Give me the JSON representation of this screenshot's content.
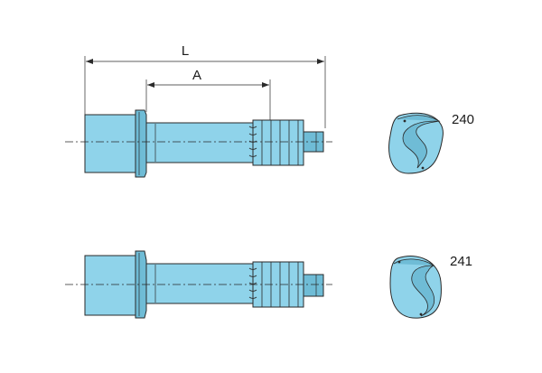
{
  "dimensions": {
    "overall_length_label": "L",
    "partial_length_label": "A"
  },
  "variants": [
    {
      "code": "240"
    },
    {
      "code": "241"
    }
  ],
  "colors": {
    "part_fill": "#8fd3ea",
    "part_shade": "#6fbcd6",
    "line": "#2a2a2a"
  }
}
